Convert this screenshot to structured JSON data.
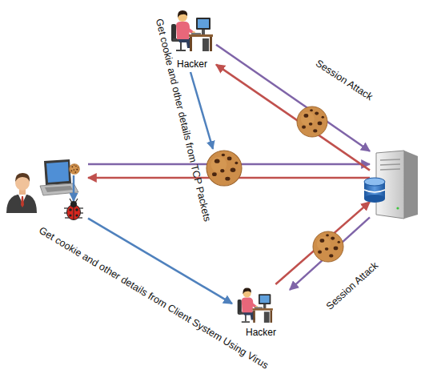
{
  "diagram": {
    "nodes": [
      {
        "text": [
          "Hacker"
        ]
      },
      {
        "text": []
      },
      {
        "text": []
      },
      {
        "text": [
          "Hacker"
        ]
      }
    ],
    "edges": [
      {
        "from": 1,
        "to": 2,
        "arrow": "to"
      },
      {
        "from": 2,
        "to": 1,
        "arrow": "to"
      },
      {
        "from": 0,
        "to": 2,
        "arrow": "to",
        "label": "Session Attack"
      },
      {
        "from": 2,
        "to": 0,
        "arrow": "to"
      },
      {
        "from": 3,
        "to": 2,
        "arrow": "to",
        "label": "Session Attack"
      },
      {
        "from": 2,
        "to": 3,
        "arrow": "to"
      },
      {
        "from": 1,
        "to": 3,
        "arrow": "to",
        "label": "Get cookie and other details from Client System Using Virus"
      }
    ],
    "labels": [
      "Get cookie and other details from TCP Packets"
    ]
  }
}
